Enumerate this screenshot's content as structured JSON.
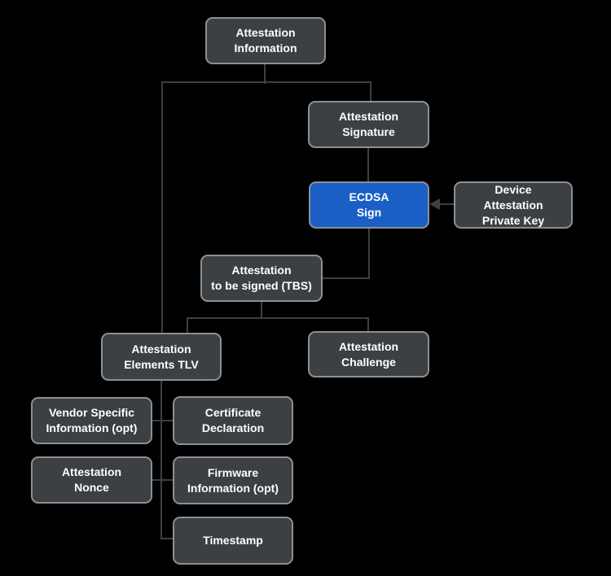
{
  "diagram": {
    "title": "Attestation Information flow",
    "nodes": [
      {
        "id": "attestation-information",
        "label": "Attestation\nInformation",
        "variant": "default"
      },
      {
        "id": "attestation-signature",
        "label": "Attestation\nSignature",
        "variant": "default"
      },
      {
        "id": "ecdsa-sign",
        "label": "ECDSA\nSign",
        "variant": "highlight"
      },
      {
        "id": "device-attestation-private-key",
        "label": "Device\nAttestation\nPrivate Key",
        "variant": "default"
      },
      {
        "id": "attestation-tbs",
        "label": "Attestation\nto be signed (TBS)",
        "variant": "default"
      },
      {
        "id": "attestation-elements-tlv",
        "label": "Attestation\nElements TLV",
        "variant": "default"
      },
      {
        "id": "attestation-challenge",
        "label": "Attestation\nChallenge",
        "variant": "default"
      },
      {
        "id": "vendor-specific-information",
        "label": "Vendor Specific\nInformation (opt)",
        "variant": "default"
      },
      {
        "id": "certificate-declaration",
        "label": "Certificate\nDeclaration",
        "variant": "default"
      },
      {
        "id": "attestation-nonce",
        "label": "Attestation\nNonce",
        "variant": "default"
      },
      {
        "id": "firmware-information",
        "label": "Firmware\nInformation (opt)",
        "variant": "default"
      },
      {
        "id": "timestamp",
        "label": "Timestamp",
        "variant": "default"
      }
    ],
    "edges": [
      {
        "from": "attestation-information",
        "to": "attestation-signature",
        "style": "plain"
      },
      {
        "from": "attestation-information",
        "to": "attestation-elements-tlv",
        "style": "plain"
      },
      {
        "from": "attestation-signature",
        "to": "ecdsa-sign",
        "style": "plain"
      },
      {
        "from": "device-attestation-private-key",
        "to": "ecdsa-sign",
        "style": "arrow"
      },
      {
        "from": "ecdsa-sign",
        "to": "attestation-tbs",
        "style": "plain"
      },
      {
        "from": "attestation-tbs",
        "to": "attestation-elements-tlv",
        "style": "plain"
      },
      {
        "from": "attestation-tbs",
        "to": "attestation-challenge",
        "style": "plain"
      },
      {
        "from": "attestation-elements-tlv",
        "to": "vendor-specific-information",
        "style": "plain"
      },
      {
        "from": "attestation-elements-tlv",
        "to": "certificate-declaration",
        "style": "plain"
      },
      {
        "from": "attestation-elements-tlv",
        "to": "attestation-nonce",
        "style": "plain"
      },
      {
        "from": "attestation-elements-tlv",
        "to": "firmware-information",
        "style": "plain"
      },
      {
        "from": "attestation-elements-tlv",
        "to": "timestamp",
        "style": "plain"
      }
    ]
  },
  "colors": {
    "bg": "#000000",
    "node_fill": "#3c4043",
    "node_border": "#8a9095",
    "node_text": "#ffffff",
    "highlight_fill": "#1b5fc6",
    "connector": "#3c4043"
  }
}
